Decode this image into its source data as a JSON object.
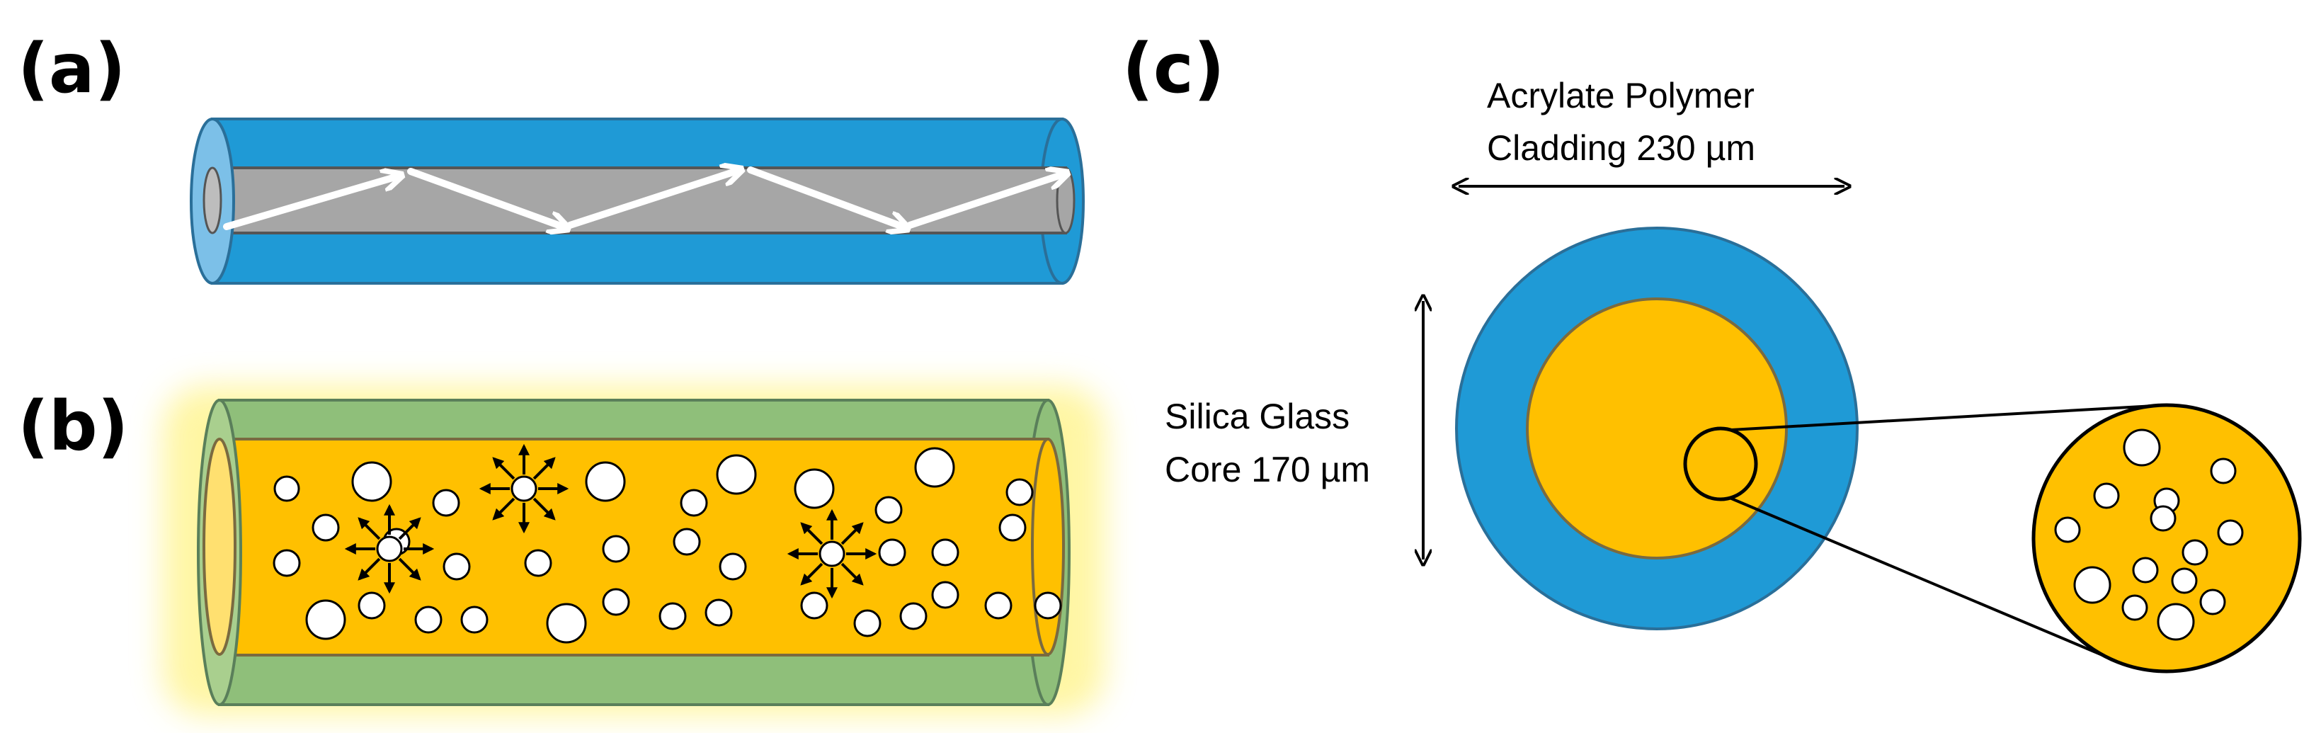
{
  "panels": {
    "a": {
      "label": "(a)"
    },
    "b": {
      "label": "(b)"
    },
    "c": {
      "label": "(c)",
      "cladding_label_line1": "Acrylate Polymer",
      "cladding_label_line2": "Cladding  230 µm",
      "core_label_line1": "Silica Glass",
      "core_label_line2": "Core 170 µm"
    }
  },
  "colors": {
    "cladding_blue": "#1f9ad6",
    "core_gray": "#a6a6a6",
    "core_yellow": "#ffc000",
    "glow_green": "#8fbf7a",
    "glow_yellow": "#fff59a",
    "outline": "#3a6f8f",
    "arrow_white": "#ffffff",
    "emission_arrow": "#000000"
  },
  "icons": {
    "light_ray": "white-zigzag-arrow",
    "emission": "radial-emission-arrows",
    "particle": "white-circle"
  }
}
